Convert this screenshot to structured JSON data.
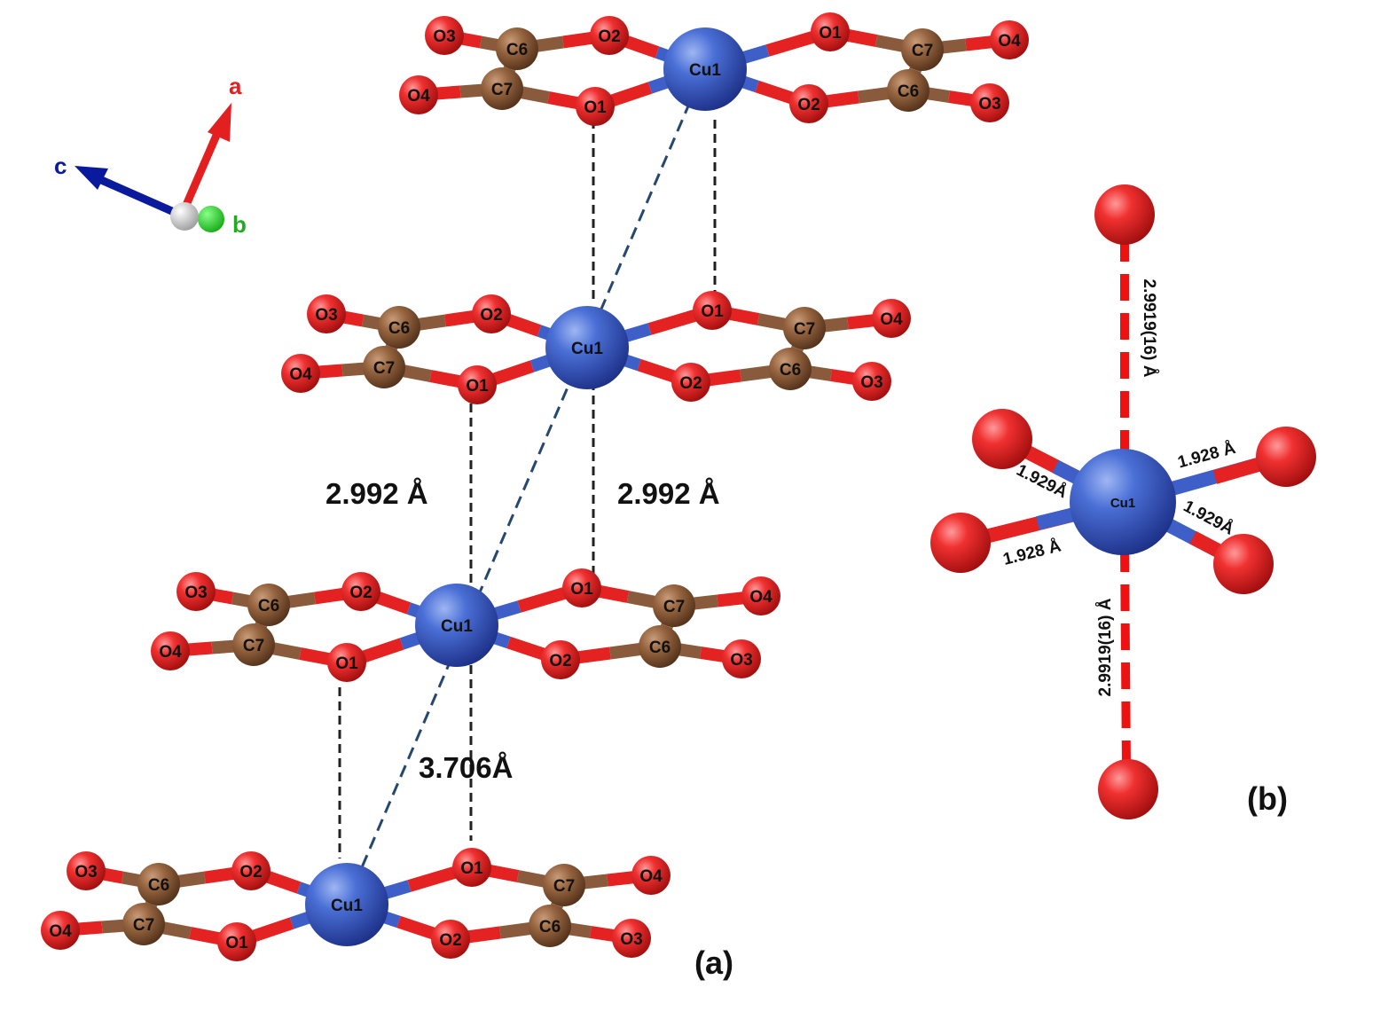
{
  "colors": {
    "oxygen": "#e42222",
    "copper": "#3e5fc8",
    "carbon": "#8a5a3c",
    "axis_a": "#e41f1f",
    "axis_b": "#22cc22",
    "axis_c": "#0a1a9c",
    "dashed_black": "#222222",
    "dashed_blue": "#26476e",
    "axial_bond": "#ee1111"
  },
  "axes_indicator": {
    "a_label": "a",
    "b_label": "b",
    "c_label": "c"
  },
  "layer_atom_labels": {
    "O3_left": "O3",
    "C6_left": "C6",
    "O2_left": "O2",
    "O4_left": "O4",
    "C7_left": "C7",
    "O1_left": "O1",
    "Cu": "Cu1",
    "O1_right": "O1",
    "C7_right": "C7",
    "O4_right": "O4",
    "O2_right": "O2",
    "C6_right": "C6",
    "O3_right": "O3"
  },
  "distances_a": {
    "left": "2.992 Å",
    "right": "2.992 Å",
    "cu_cu": "3.706Å"
  },
  "panel_a_label": "(a)",
  "panel_b": {
    "cu_label": "Cu1",
    "axial_top": "2.9919(16) Å",
    "axial_bottom": "2.9919(16) Å",
    "eq_upper_left": "1.929Å",
    "eq_upper_right": "1.928 Å",
    "eq_lower_right": "1.929Å",
    "eq_lower_left": "1.928 Å",
    "panel_label": "(b)"
  }
}
